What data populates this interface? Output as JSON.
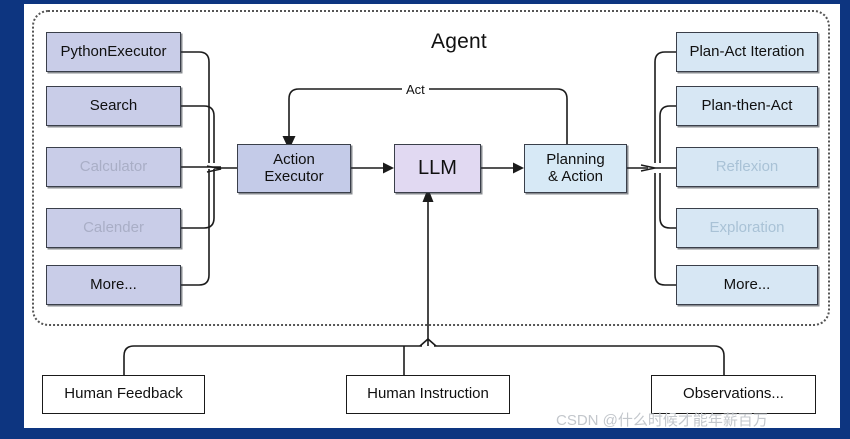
{
  "figure": {
    "title": "Agent",
    "boundary_label": "Agent",
    "watermark": "CSDN @什么时候才能年薪百万"
  },
  "colors": {
    "frame": "#0d3580",
    "canvas": "#ffffff",
    "tool_box": "#c9cde8",
    "strategy_box": "#d7e7f4",
    "llm_box": "#e1d9f2",
    "executor_box": "#c4cbe8",
    "planning_box": "#d7e9f6",
    "input_box": "#ffffff",
    "wire": "#1b1b1b",
    "boundary": "#555555",
    "dim_text": "#a9aec6"
  },
  "tools": {
    "group_name": "tools",
    "items": [
      {
        "label": "PythonExecutor",
        "state": "active"
      },
      {
        "label": "Search",
        "state": "active"
      },
      {
        "label": "Calculator",
        "state": "dim"
      },
      {
        "label": "Calender",
        "state": "dim"
      },
      {
        "label": "More...",
        "state": "active"
      }
    ]
  },
  "core": {
    "executor": {
      "line1": "Action",
      "line2": "Executor"
    },
    "llm": {
      "label": "LLM"
    },
    "planning": {
      "line1": "Planning",
      "line2": "& Action"
    }
  },
  "strategies": {
    "group_name": "planning-strategies",
    "items": [
      {
        "label": "Plan-Act Iteration",
        "state": "active"
      },
      {
        "label": "Plan-then-Act",
        "state": "active"
      },
      {
        "label": "Reflexion",
        "state": "dim"
      },
      {
        "label": "Exploration",
        "state": "dim"
      },
      {
        "label": "More...",
        "state": "active"
      }
    ]
  },
  "inputs": {
    "group_name": "external-inputs",
    "items": [
      {
        "label": "Human Feedback"
      },
      {
        "label": "Human Instruction"
      },
      {
        "label": "Observations..."
      }
    ]
  },
  "edges": {
    "feedback_loop_label": "Act"
  }
}
